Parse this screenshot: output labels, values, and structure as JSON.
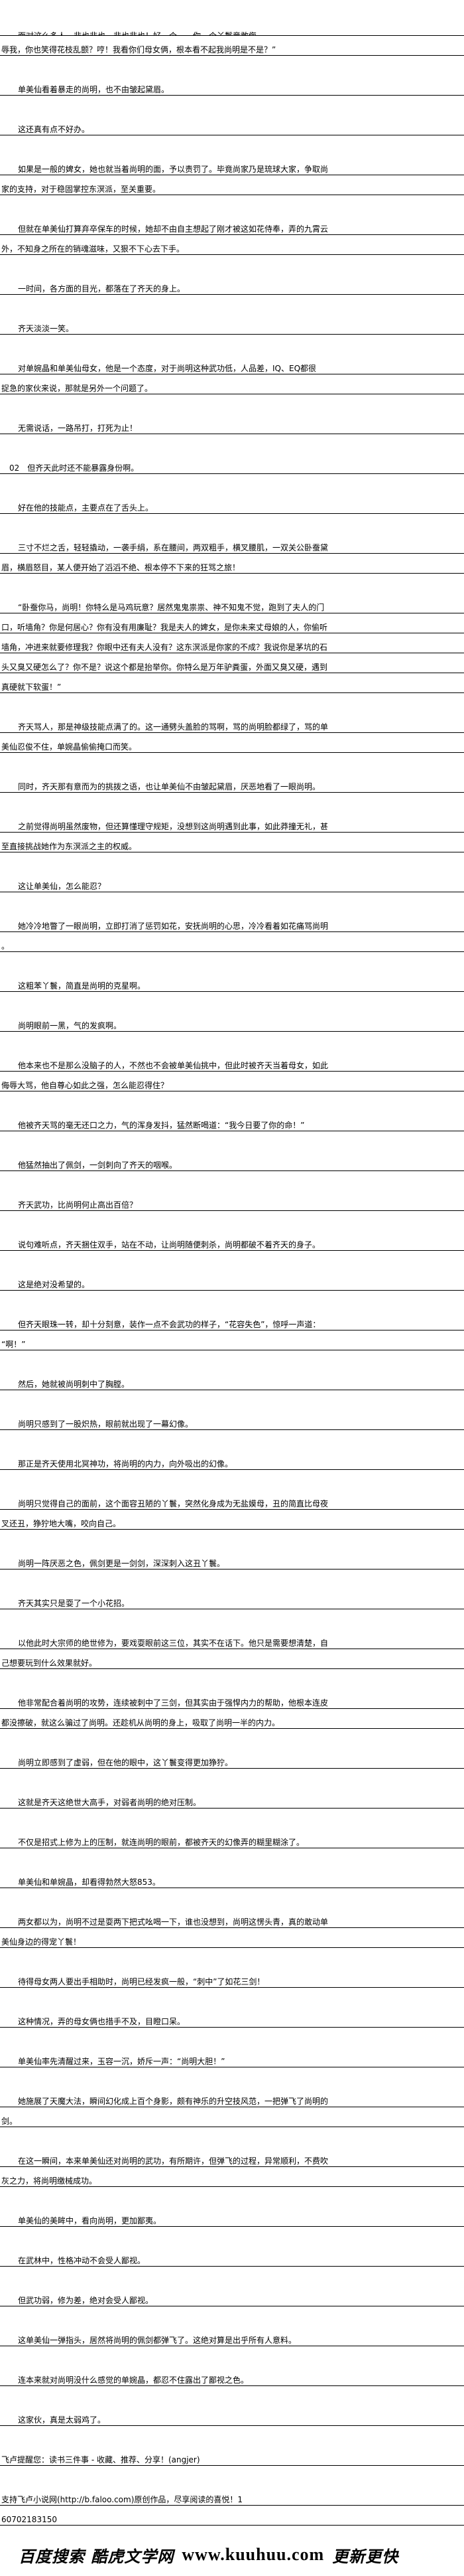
{
  "paragraphs": [
    {
      "indent": true,
      "clipped": true,
      "lines": [
        "面对这么多人，非也非也，非也非也！好一个……你一个丫鬟竟敢侮",
        "辱我，你也笑得花枝乱颤？哼！我看你们母女俩，根本看不起我尚明是不是？”"
      ]
    },
    {
      "indent": true,
      "lines": [
        "单美仙看着暴走的尚明，也不由皱起黛眉。"
      ]
    },
    {
      "indent": true,
      "lines": [
        "这还真有点不好办。"
      ]
    },
    {
      "indent": true,
      "lines": [
        "如果是一般的婢女，她也就当着尚明的面，予以责罚了。毕竟尚家乃是琉球大家，争取尚",
        "家的支持，对于稳固掌控东溟派，至关重要。"
      ]
    },
    {
      "indent": true,
      "lines": [
        "但就在单美仙打算弃卒保车的时候，她却不由自主想起了刚才被这如花侍奉，弄的九霄云",
        "外，不知身之所在的销魂滋味，又狠不下心去下手。"
      ]
    },
    {
      "indent": true,
      "lines": [
        "一时间，各方面的目光，都落在了齐天的身上。"
      ]
    },
    {
      "indent": true,
      "lines": [
        "齐天淡淡一笑。"
      ]
    },
    {
      "indent": true,
      "lines": [
        "对单婉晶和单美仙母女，他是一个态度，对于尚明这种武功低，人品差，IQ、EQ都很",
        "捉急的家伙来说，那就是另外一个问题了。"
      ]
    },
    {
      "indent": true,
      "lines": [
        "无需说话，一路吊打，打死为止！"
      ]
    },
    {
      "indent": false,
      "num": true,
      "lines": [
        "02　但齐天此时还不能暴露身份啊。"
      ]
    },
    {
      "indent": true,
      "lines": [
        "好在他的技能点，主要点在了舌头上。"
      ]
    },
    {
      "indent": true,
      "lines": [
        "三寸不烂之舌，轻轻撬动，一袭手绢，系在腰间，两双粗手，横叉腰肌，一双关公卧蚕黛",
        "眉，横眉怒目，某人便开始了滔滔不绝、根本停不下来的狂骂之旅！"
      ]
    },
    {
      "indent": true,
      "lines": [
        "“卧蚕你马，尚明！你特么是马鸡玩意？居然鬼鬼祟祟、神不知鬼不觉，跑到了夫人的门",
        "口，听墙角？你是何居心？你有没有用廉耻？我是夫人的婢女，是你未来丈母娘的人，你偷听",
        "墙角，冲进来就要修理我？你眼中还有夫人没有？这东溟派是你家的不成？我说你是茅坑的石",
        "头又臭又硬怎么了？你不是？说这个都是抬举你。你特么是万年驴粪蛋，外面又臭又硬，遇到",
        "真硬就下软蛋！”"
      ]
    },
    {
      "indent": true,
      "lines": [
        "齐天骂人，那是神级技能点满了的。这一通劈头盖脸的骂啊，骂的尚明脸都绿了，骂的单",
        "美仙忍俊不住，单婉晶偷偷掩口而笑。"
      ]
    },
    {
      "indent": true,
      "lines": [
        "同时，齐天那有意而为的挑拨之语，也让单美仙不由皱起黛眉，厌恶地看了一眼尚明。"
      ]
    },
    {
      "indent": true,
      "lines": [
        "之前觉得尚明虽然废物，但还算懂理守规矩，没想到这尚明遇到此事，如此莽撞无礼，甚",
        "至直接挑战她作为东溟派之主的权威。"
      ]
    },
    {
      "indent": true,
      "lines": [
        "这让单美仙，怎么能忍？"
      ]
    },
    {
      "indent": true,
      "lines": [
        "她冷冷地瞥了一眼尚明，立即打消了惩罚如花，安抚尚明的心思，冷冷看着如花痛骂尚明",
        "。"
      ]
    },
    {
      "indent": true,
      "lines": [
        "这粗苯丫鬟，简直是尚明的克星啊。"
      ]
    },
    {
      "indent": true,
      "lines": [
        "尚明眼前一黑，气的发疯啊。"
      ]
    },
    {
      "indent": true,
      "lines": [
        "他本来也不是那么没脑子的人，不然也不会被单美仙挑中，但此时被齐天当着母女，如此",
        "侮辱大骂，他自尊心如此之强，怎么能忍得住？"
      ]
    },
    {
      "indent": true,
      "lines": [
        "他被齐天骂的毫无还口之力，气的浑身发抖，猛然断喝道：“我今日要了你的命！”"
      ]
    },
    {
      "indent": true,
      "lines": [
        "他猛然抽出了佩剑，一剑刺向了齐天的咽喉。"
      ]
    },
    {
      "indent": true,
      "lines": [
        "齐天武功，比尚明何止高出百倍？"
      ]
    },
    {
      "indent": true,
      "lines": [
        "说句难听点，齐天捆住双手，站在不动，让尚明随便刺杀，尚明都破不着齐天的身子。"
      ]
    },
    {
      "indent": true,
      "lines": [
        "这是绝对没希望的。"
      ]
    },
    {
      "indent": true,
      "lines": [
        "但齐天眼珠一转，却十分刻意，装作一点不会武功的样子，“花容失色”，惊呼一声道：",
        "“啊！”"
      ]
    },
    {
      "indent": true,
      "lines": [
        "然后，她就被尚明刺中了胸膛。"
      ]
    },
    {
      "indent": true,
      "lines": [
        "尚明只感到了一股炽热，眼前就出现了一幕幻像。"
      ]
    },
    {
      "indent": true,
      "lines": [
        "那正是齐天使用北冥神功，将尚明的内力，向外吸出的幻像。"
      ]
    },
    {
      "indent": true,
      "lines": [
        "尚明只觉得自己的面前，这个面容丑陋的丫鬟，突然化身成为无盐嫫母，丑的简直比母夜",
        "叉还丑，狰狞地大嘴，咬向自己。"
      ]
    },
    {
      "indent": true,
      "lines": [
        "尚明一阵厌恶之色，佩剑更是一剑剑，深深刺入这丑丫鬟。"
      ]
    },
    {
      "indent": true,
      "lines": [
        "齐天其实只是耍了一个小花招。"
      ]
    },
    {
      "indent": true,
      "lines": [
        "以他此时大宗师的绝世修为，要戏耍眼前这三位，其实不在话下。他只是需要想清楚，自",
        "己想要玩到什么效果就好。"
      ]
    },
    {
      "indent": true,
      "lines": [
        "他非常配合着尚明的攻势，连续被刺中了三剑，但其实由于强悍内力的帮助，他根本连皮",
        "都没擦破，就这么骗过了尚明。还趁机从尚明的身上，吸取了尚明一半的内力。"
      ]
    },
    {
      "indent": true,
      "lines": [
        "尚明立即感到了虚弱，但在他的眼中，这丫鬟变得更加狰狞。"
      ]
    },
    {
      "indent": true,
      "lines": [
        "这就是齐天这绝世大高手，对弱者尚明的绝对压制。"
      ]
    },
    {
      "indent": true,
      "lines": [
        "不仅是招式上修为上的压制，就连尚明的眼前，都被齐天的幻像弄的糊里糊涂了。"
      ]
    },
    {
      "indent": true,
      "lines": [
        "单美仙和单婉晶，却看得勃然大怒853。"
      ]
    },
    {
      "indent": true,
      "lines": [
        "两女都以为，尚明不过是耍两下把式吆喝一下，谁也没想到，尚明这愣头青，真的敢动单",
        "美仙身边的得宠丫鬟！"
      ]
    },
    {
      "indent": true,
      "lines": [
        "待得母女两人要出手相助时，尚明已经发疯一般，“刺中”了如花三剑！"
      ]
    },
    {
      "indent": true,
      "lines": [
        "这种情况，弄的母女俩也措手不及，目瞪口呆。"
      ]
    },
    {
      "indent": true,
      "lines": [
        "单美仙率先清醒过来，玉容一沉，娇斥一声：“尚明大胆！”"
      ]
    },
    {
      "indent": true,
      "lines": [
        "她施展了天魔大法，瞬间幻化成上百个身影，颇有神乐的升空技风范，一把弹飞了尚明的",
        "剑。"
      ]
    },
    {
      "indent": true,
      "lines": [
        "在这一瞬间，本来单美仙还对尚明的武功，有所期许，但弹飞的过程，异常顺利，不费吹",
        "灰之力，将尚明缴械成功。"
      ]
    },
    {
      "indent": true,
      "lines": [
        "单美仙的美眸中，看向尚明，更加鄙夷。"
      ]
    },
    {
      "indent": true,
      "lines": [
        "在武林中，性格冲动不会受人鄙视。"
      ]
    },
    {
      "indent": true,
      "lines": [
        "但武功弱，修为差，绝对会受人鄙视。"
      ]
    },
    {
      "indent": true,
      "lines": [
        "这单美仙一弹指头，居然将尚明的佩剑都弹飞了。这绝对算是出乎所有人意料。"
      ]
    },
    {
      "indent": true,
      "lines": [
        "连本来就对尚明没什么感觉的单婉晶，都忍不住露出了鄙视之色。"
      ]
    },
    {
      "indent": true,
      "lines": [
        "这家伙，真是太弱鸡了。"
      ]
    },
    {
      "indent": false,
      "footer": true,
      "lines": [
        "飞卢提醒您：读书三件事 - 收藏、推荐、分享！(angjer)"
      ]
    },
    {
      "indent": false,
      "footer": true,
      "lines": [
        "支持飞卢小说网(http://b.faloo.com)原创作品，尽享阅读的喜悦！1",
        "60702183150"
      ]
    }
  ],
  "banner": {
    "left": "百度搜索 酷虎文学网",
    "url": "www.kuuhuu.com",
    "right": "更新更快"
  }
}
